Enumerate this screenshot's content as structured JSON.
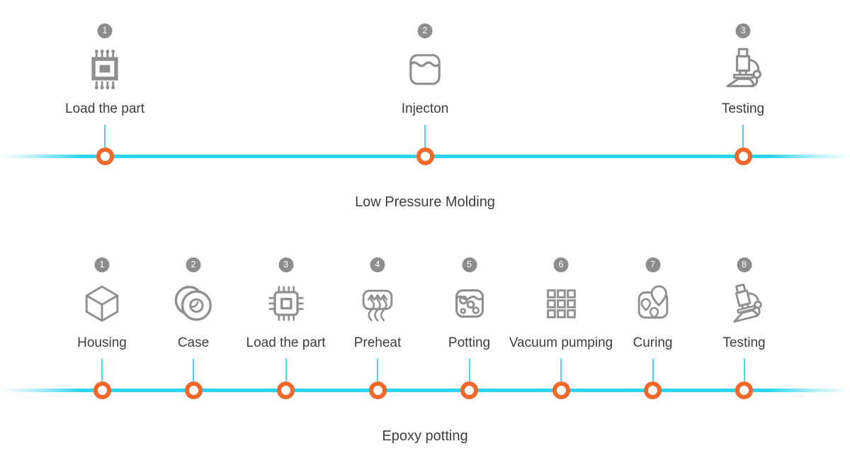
{
  "page": {
    "background": "#ffffff"
  },
  "colors": {
    "rail_cyan": "#2bd4f4",
    "connector_cyan": "#49d6f2",
    "node_orange": "#f2682a",
    "icon_gray": "#8f8f8f",
    "badge_gray": "#8d8d8d",
    "text_dark": "#3d3d3d"
  },
  "timelines": [
    {
      "title": "Low Pressure Molding",
      "steps": [
        {
          "number": "1",
          "label": "Load the part",
          "icon": "chip-filled-icon"
        },
        {
          "number": "2",
          "label": "Injecton",
          "icon": "liquid-container-icon"
        },
        {
          "number": "3",
          "label": "Testing",
          "icon": "microscope-icon"
        }
      ]
    },
    {
      "title": "Epoxy potting",
      "steps": [
        {
          "number": "1",
          "label": "Housing",
          "icon": "cube-icon"
        },
        {
          "number": "2",
          "label": "Case",
          "icon": "washer-case-icon"
        },
        {
          "number": "3",
          "label": "Load the part",
          "icon": "chip-outline-icon"
        },
        {
          "number": "4",
          "label": "Preheat",
          "icon": "heat-arrows-icon"
        },
        {
          "number": "5",
          "label": "Potting",
          "icon": "potting-bubbles-icon"
        },
        {
          "number": "6",
          "label": "Vacuum pumping",
          "icon": "grid-squares-icon"
        },
        {
          "number": "7",
          "label": "Curing",
          "icon": "map-pins-icon"
        },
        {
          "number": "8",
          "label": "Testing",
          "icon": "microscope-tilted-icon"
        }
      ]
    }
  ]
}
